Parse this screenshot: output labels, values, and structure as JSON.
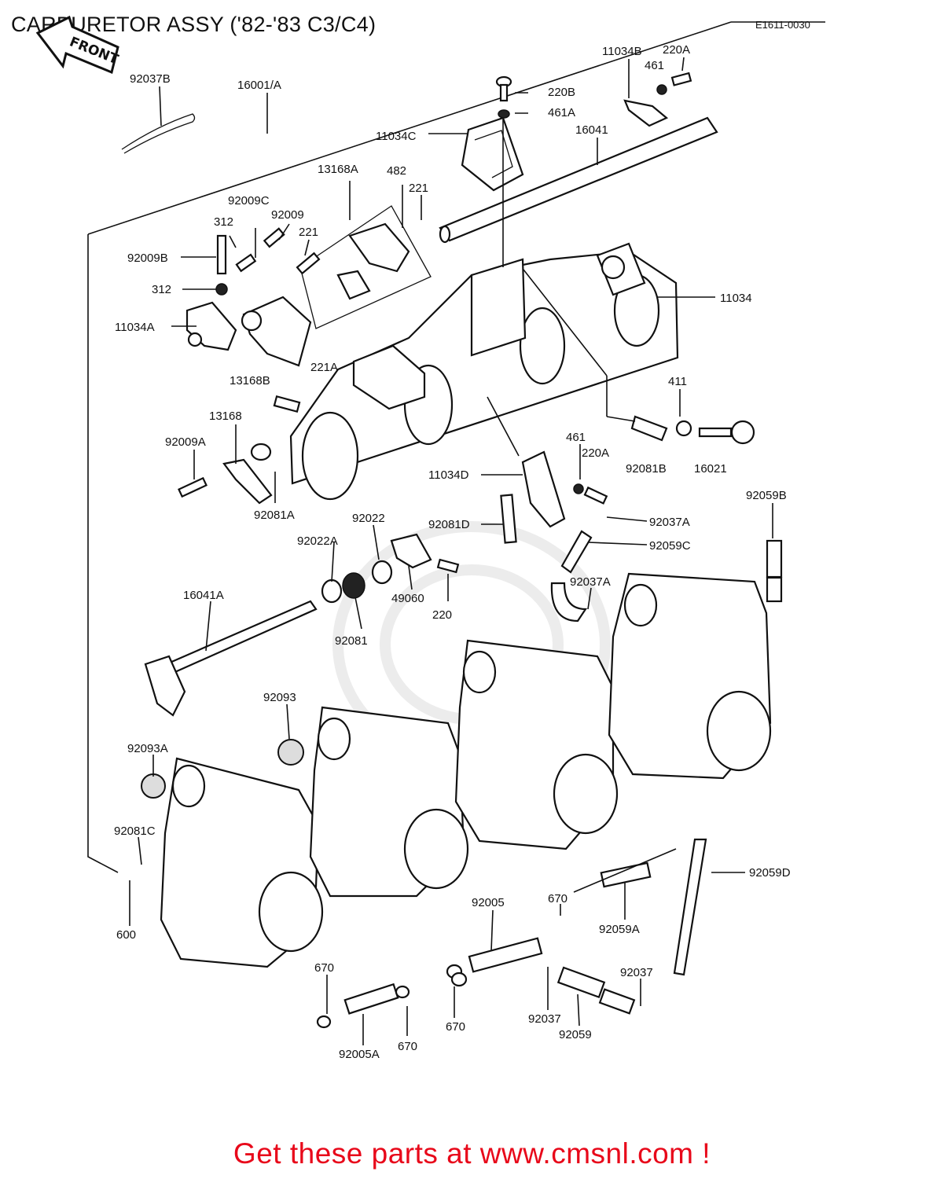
{
  "title": "CARBURETOR ASSY ('82-'83 C3/C4)",
  "diagram_code": "E1611-0030",
  "front_marker": "FRONT",
  "cta": "Get these parts at www.cmsnl.com !",
  "labels": {
    "p92037B": "92037B",
    "p16001A": "16001/A",
    "p11034B": "11034B",
    "p220A_top": "220A",
    "p461_top": "461",
    "p220B": "220B",
    "p461A": "461A",
    "p11034C": "11034C",
    "p16041": "16041",
    "p13168A": "13168A",
    "p482": "482",
    "p221_top": "221",
    "p92009C": "92009C",
    "p312_top": "312",
    "p92009": "92009",
    "p221_mid": "221",
    "p92009B": "92009B",
    "p312_mid": "312",
    "p11034": "11034",
    "p11034A": "11034A",
    "p13168B": "13168B",
    "p221A": "221A",
    "p411": "411",
    "p13168": "13168",
    "p92009A": "92009A",
    "p461_mid": "461",
    "p220A_mid": "220A",
    "p92081B": "92081B",
    "p16021": "16021",
    "p11034D": "11034D",
    "p92059B": "92059B",
    "p92081A": "92081A",
    "p92022": "92022",
    "p92037A_a": "92037A",
    "p92022A": "92022A",
    "p92081D": "92081D",
    "p92059C": "92059C",
    "p16041A": "16041A",
    "p92037A_b": "92037A",
    "p49060": "49060",
    "p220": "220",
    "p92081": "92081",
    "p92093": "92093",
    "p92093A": "92093A",
    "p92081C": "92081C",
    "p600": "600",
    "p92005": "92005",
    "p670_a": "670",
    "p92059D": "92059D",
    "p92059A": "92059A",
    "p670_b": "670",
    "p92037_a": "92037",
    "p670_c": "670",
    "p92037_b": "92037",
    "p92059": "92059",
    "p670_d": "670",
    "p92005A": "92005A"
  }
}
